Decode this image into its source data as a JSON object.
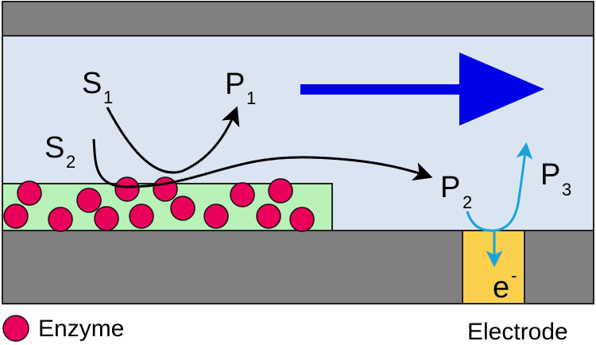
{
  "labels": {
    "s1": "S",
    "s1_sub": "1",
    "s2": "S",
    "s2_sub": "2",
    "p1": "P",
    "p1_sub": "1",
    "p2": "P",
    "p2_sub": "2",
    "p3": "P",
    "p3_sub": "3",
    "electron": "e",
    "electron_sup": "-"
  },
  "legend": {
    "enzyme_label": "Enzyme",
    "electrode_label": "Electrode"
  },
  "colors": {
    "wall": "#808080",
    "channel": "#dbe5f1",
    "enzyme_layer": "#b8f2b8",
    "enzyme": "#e8005a",
    "electrode": "#f9d14d",
    "flow_arrow": "#0000e6",
    "reaction_path": "#000000",
    "electrode_path": "#1aa3d9"
  },
  "icons": {
    "flow": "flow-direction-arrow",
    "enzyme": "enzyme-circle-icon"
  }
}
